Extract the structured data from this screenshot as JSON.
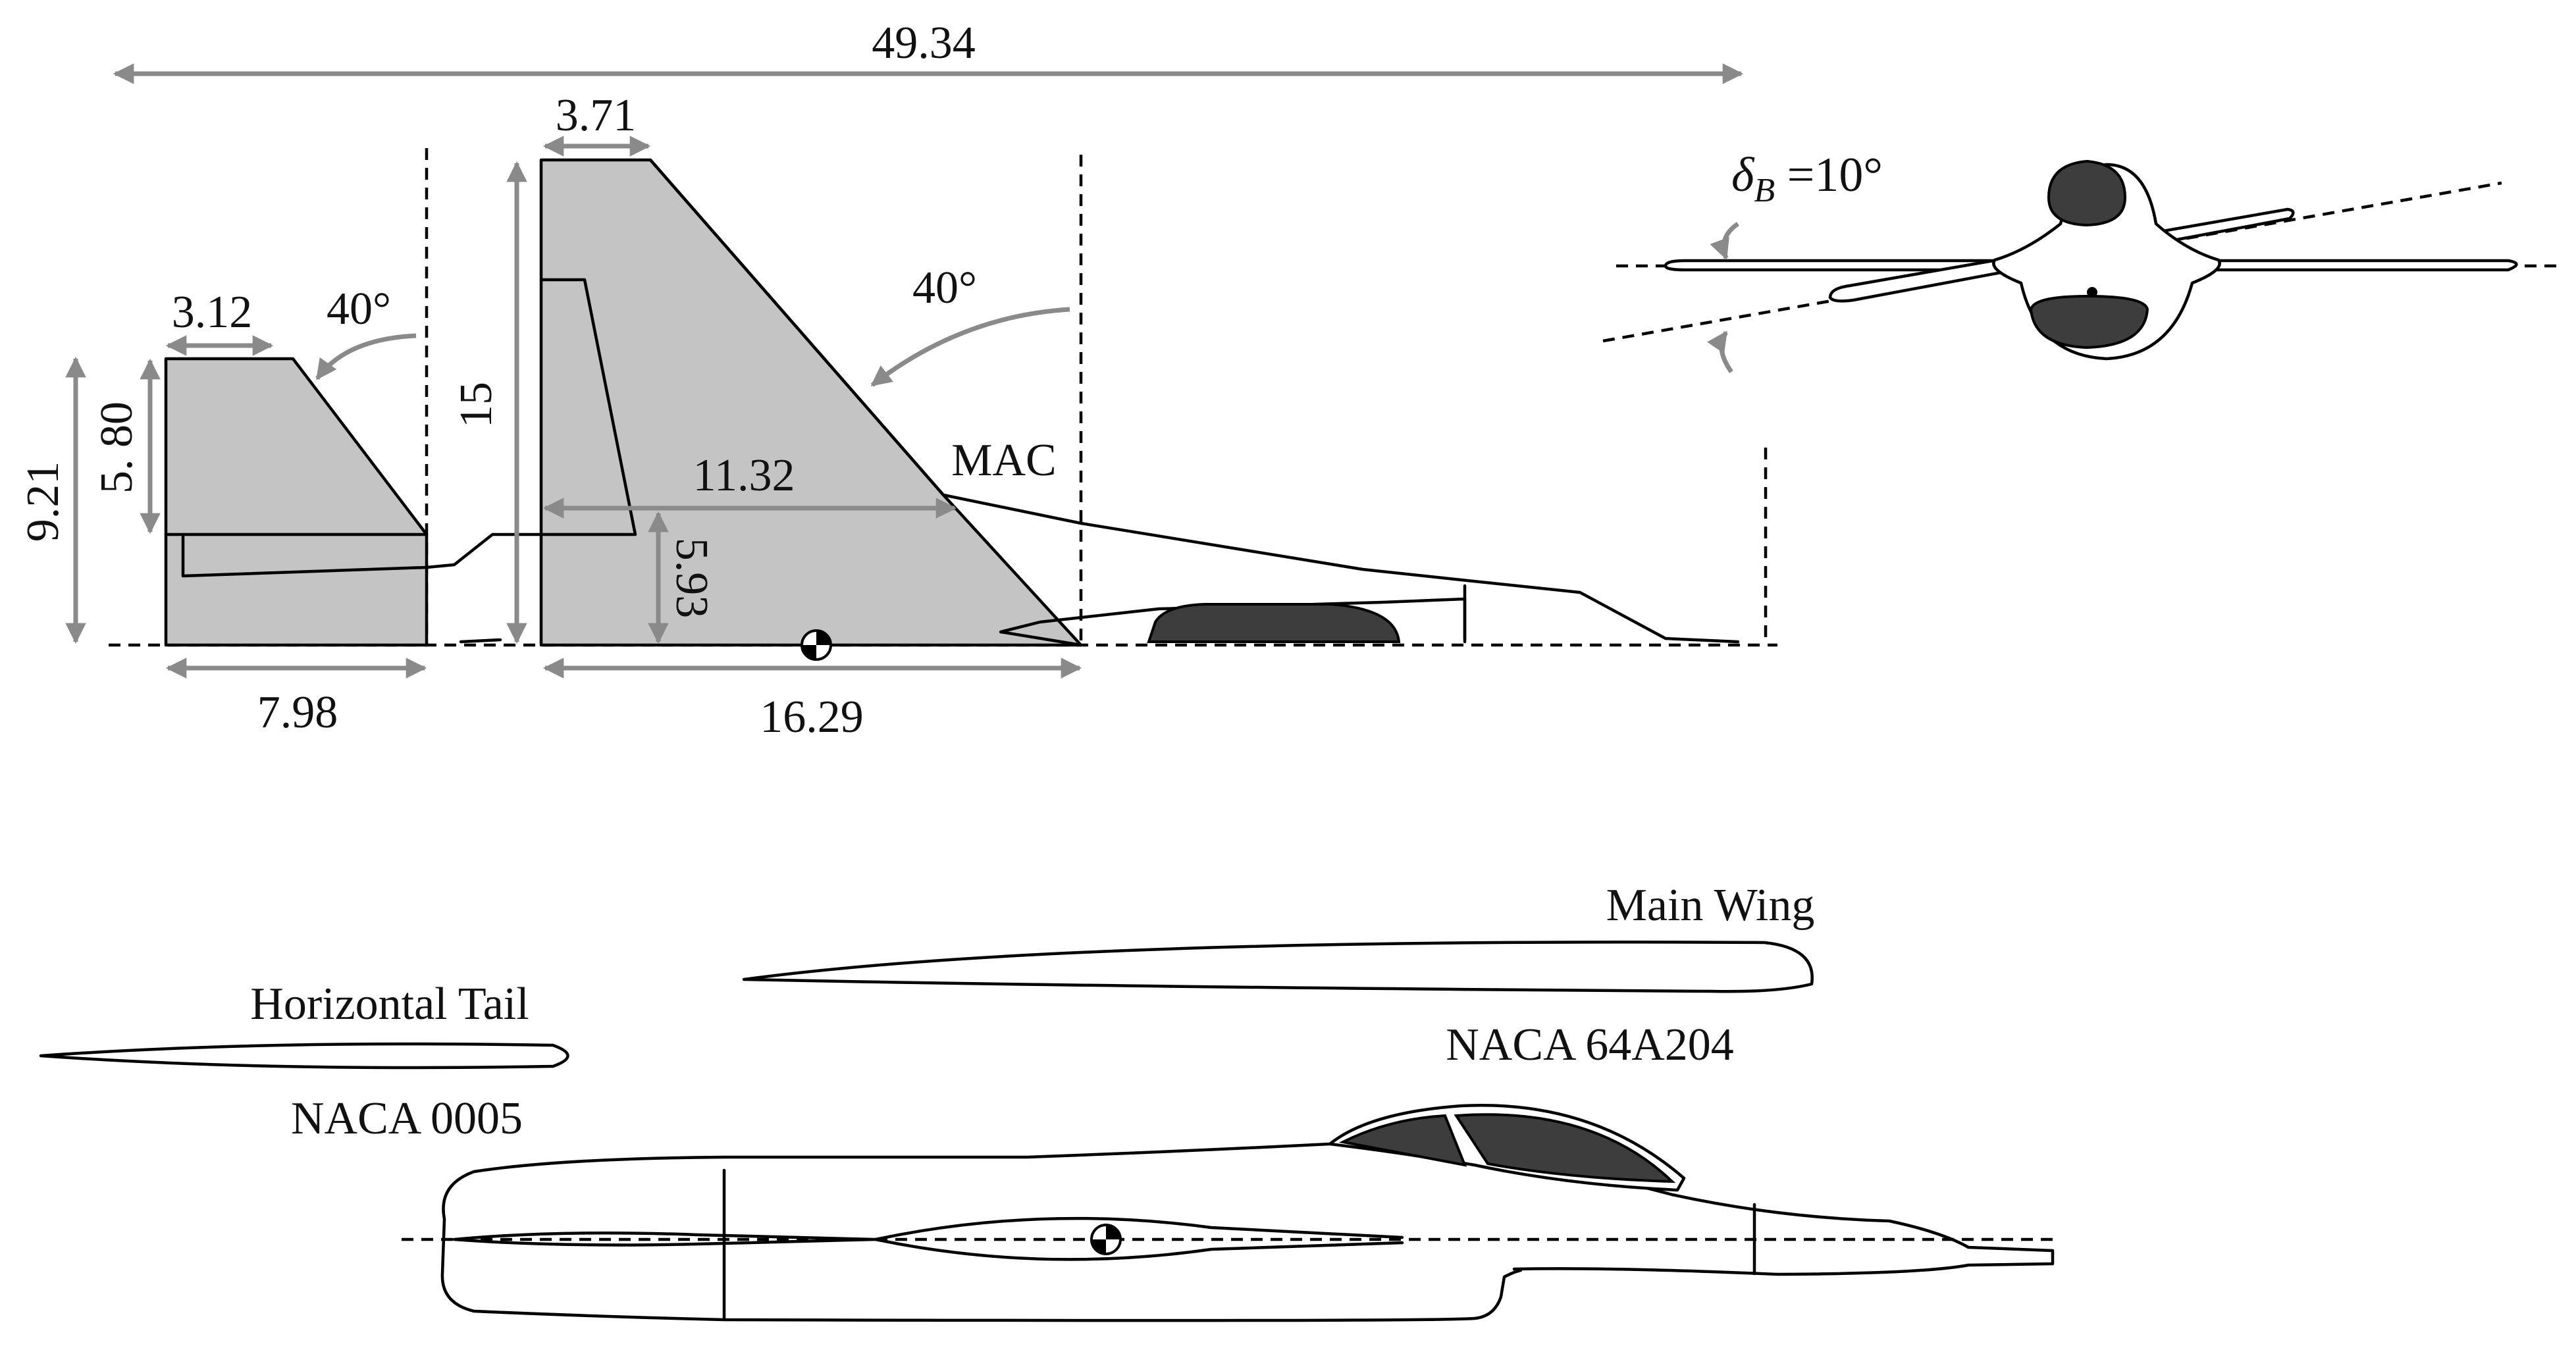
{
  "dimensions": {
    "overall_length": "49.34",
    "wing_tip_chord": "3.71",
    "htail_tip_chord": "3.12",
    "htail_sweep": "40°",
    "wing_sweep": "40°",
    "htail_span": "9.21",
    "htail_exposed_span": "5. 80",
    "wing_semispan": "15",
    "mac_length": "11.32",
    "mac_station": "5.93",
    "htail_root_chord": "7.98",
    "wing_root_chord": "16.29",
    "mac_label": "MAC"
  },
  "front_view": {
    "dihedral_symbol": "δ",
    "dihedral_subscript": "B",
    "dihedral_value": " =10°"
  },
  "airfoils": {
    "main_wing_label": "Main Wing",
    "main_wing_section": "NACA 64A204",
    "htail_label": "Horizontal Tail",
    "htail_section": "NACA 0005"
  },
  "colors": {
    "planform_fill": "#c4c4c4",
    "dimension_lines": "#8a8a8a",
    "dark_fill": "#3d3d3d"
  }
}
